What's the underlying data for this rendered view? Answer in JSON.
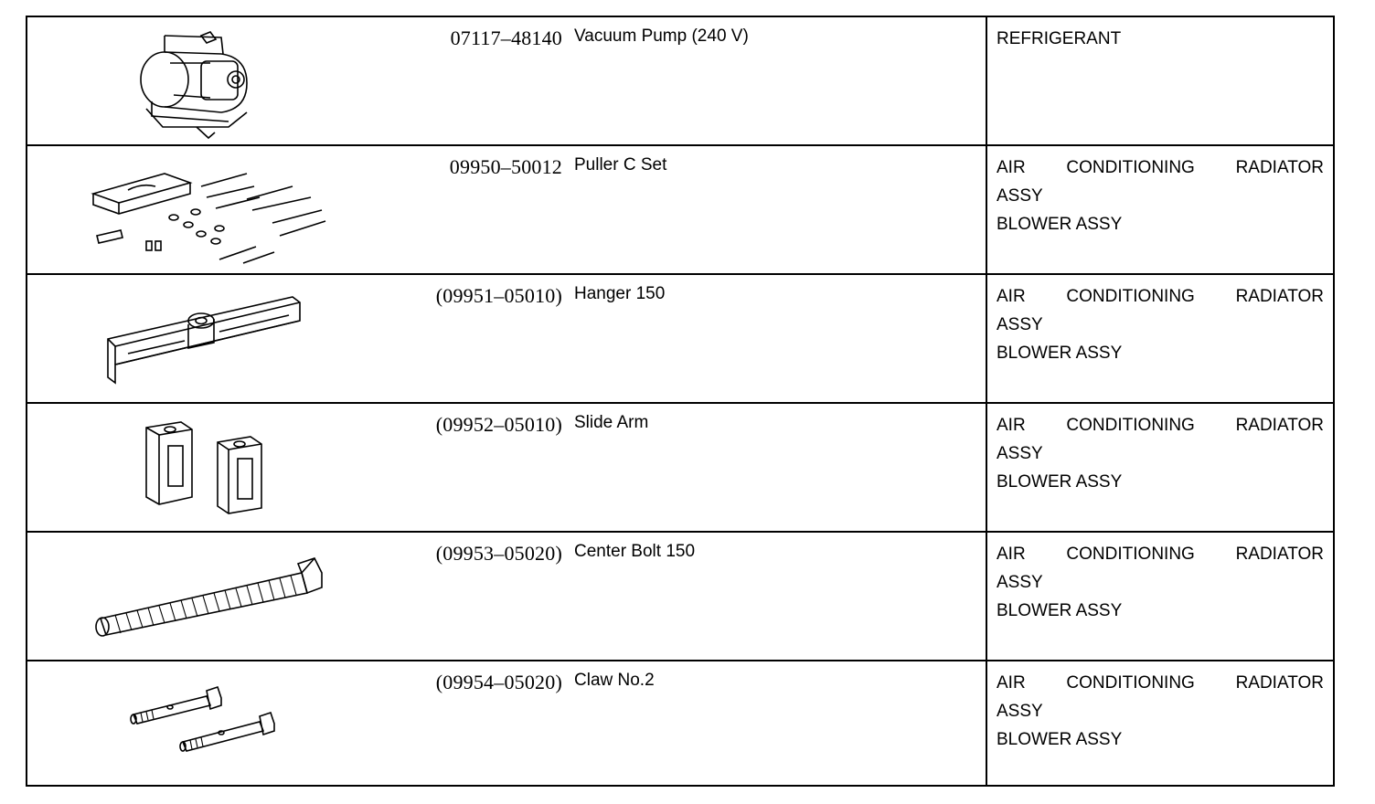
{
  "rows": [
    {
      "part_no": "07117–48140",
      "name": "Vacuum Pump (240 V)",
      "usage": [
        "REFRIGERANT"
      ],
      "illustration": "vacuum-pump"
    },
    {
      "part_no": "09950–50012",
      "name": "Puller C Set",
      "usage": [
        "AIR CONDITIONING RADIATOR",
        "ASSY",
        "BLOWER ASSY"
      ],
      "illustration": "puller-set"
    },
    {
      "part_no": "(09951–05010)",
      "name": "Hanger 150",
      "usage": [
        "AIR CONDITIONING RADIATOR",
        "ASSY",
        "BLOWER ASSY"
      ],
      "illustration": "hanger"
    },
    {
      "part_no": "(09952–05010)",
      "name": "Slide Arm",
      "usage": [
        "AIR CONDITIONING RADIATOR",
        "ASSY",
        "BLOWER ASSY"
      ],
      "illustration": "slide-arm"
    },
    {
      "part_no": "(09953–05020)",
      "name": "Center Bolt 150",
      "usage": [
        "AIR CONDITIONING RADIATOR",
        "ASSY",
        "BLOWER ASSY"
      ],
      "illustration": "center-bolt"
    },
    {
      "part_no": "(09954–05020)",
      "name": "Claw No.2",
      "usage": [
        "AIR CONDITIONING RADIATOR",
        "ASSY",
        "BLOWER ASSY"
      ],
      "illustration": "claw"
    }
  ]
}
